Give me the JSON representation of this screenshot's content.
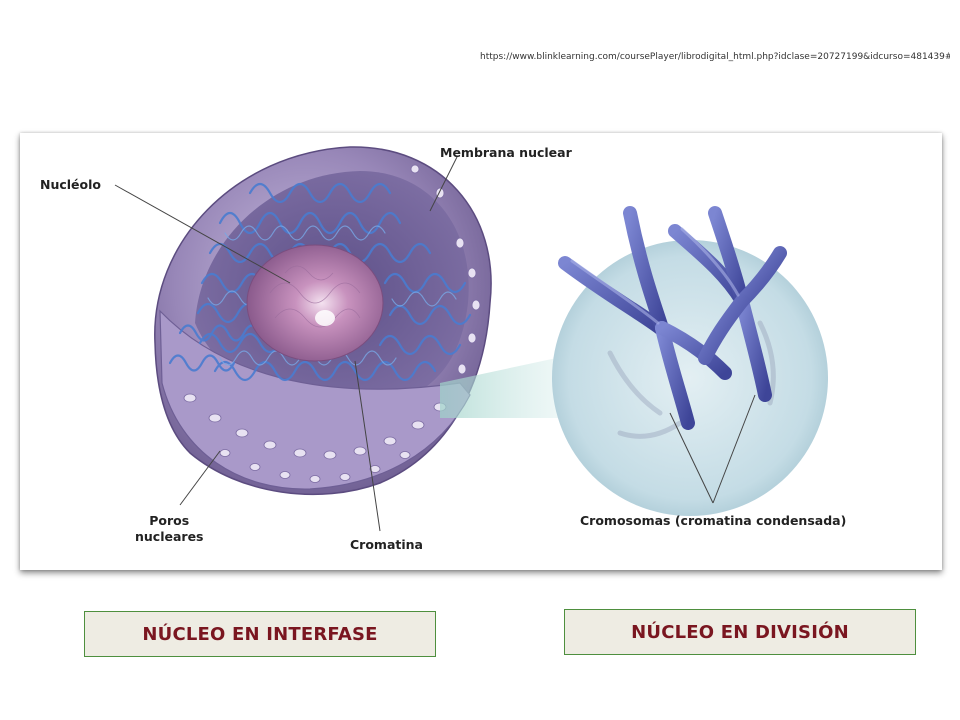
{
  "source_url": "https://www.blinklearning.com/coursePlayer/librodigital_html.php?idclase=20727199&idcurso=481439#",
  "labels": {
    "nucleolo": "Nucléolo",
    "membrana": "Membrana nuclear",
    "poros_line1": "Poros",
    "poros_line2": "nucleares",
    "cromatina": "Cromatina",
    "cromosomas": "Cromosomas (cromatina condensada)"
  },
  "captions": {
    "interfase": "NÚCLEO EN INTERFASE",
    "division": "NÚCLEO EN DIVISIÓN"
  },
  "colors": {
    "caption_text": "#7a1620",
    "caption_border": "#4e8f3e",
    "caption_bg": "#eeece3",
    "membrane": "#9b8ab8",
    "chromatin": "#3f6fc6",
    "nucleolus": "#b07aa8",
    "chromosome": "#5a64b8",
    "bubble": "#cfe3ea"
  }
}
